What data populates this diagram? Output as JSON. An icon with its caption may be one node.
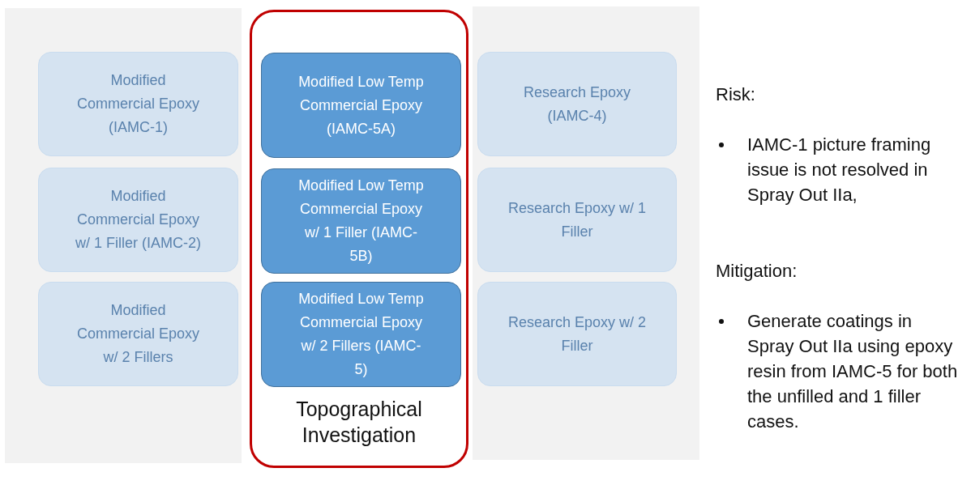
{
  "diagram": {
    "nodes": [
      {
        "text": [
          "Modified Commercial Epoxy (IAMC-1)"
        ]
      },
      {
        "text": [
          "Modified Commercial Epoxy w/ 1 Filler (IAMC-2)"
        ]
      },
      {
        "text": [
          "Modified Commercial Epoxy w/ 2 Fillers"
        ]
      },
      {
        "text": [
          "Topographical Investigation"
        ]
      },
      {
        "text": [
          "Modified Low Temp Commercial Epoxy (IAMC-5A)"
        ],
        "in": 3
      },
      {
        "text": [
          "Modified Low Temp Commercial Epoxy w/ 1 Filler (IAMC-5B)"
        ],
        "in": 3
      },
      {
        "text": [
          "Modified Low Temp Commercial Epoxy w/ 2 Fillers (IAMC-5)"
        ],
        "in": 3
      },
      {
        "text": [
          "Research Epoxy (IAMC-4)"
        ]
      },
      {
        "text": [
          "Research Epoxy w/ 1 Filler"
        ]
      },
      {
        "text": [
          "Research Epoxy w/ 2 Filler"
        ]
      }
    ],
    "labels": [
      "Risk:",
      "IAMC-1 picture framing issue is not resolved in Spray Out IIa,",
      "Mitigation:",
      "Generate coatings in Spray Out IIa using epoxy resin from IAMC-5 for both the unfilled and 1 filler cases."
    ]
  }
}
